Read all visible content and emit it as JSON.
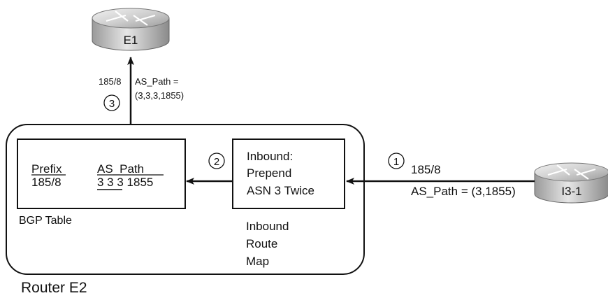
{
  "routers": {
    "e1": {
      "label": "E1"
    },
    "i3": {
      "label": "I3-1"
    },
    "e2": {
      "label": "Router E2"
    }
  },
  "steps": {
    "one": "1",
    "two": "2",
    "three": "3"
  },
  "link_e1": {
    "prefix": "185/8",
    "aspath_line1": "AS_Path =",
    "aspath_line2": "(3,3,3,1855)"
  },
  "link_i3": {
    "prefix": "185/8",
    "aspath": "AS_Path = (3,1855)"
  },
  "bgp_table": {
    "caption": "BGP Table",
    "prefix_header": "Prefix",
    "aspath_header": "AS_Path",
    "prefix_value": "185/8",
    "aspath_value": "3 3 3 1855"
  },
  "route_map": {
    "action_line1": "Inbound:",
    "action_line2": "Prepend",
    "action_line3": "ASN 3 Twice",
    "caption_line1": "Inbound",
    "caption_line2": "Route",
    "caption_line3": "Map"
  }
}
